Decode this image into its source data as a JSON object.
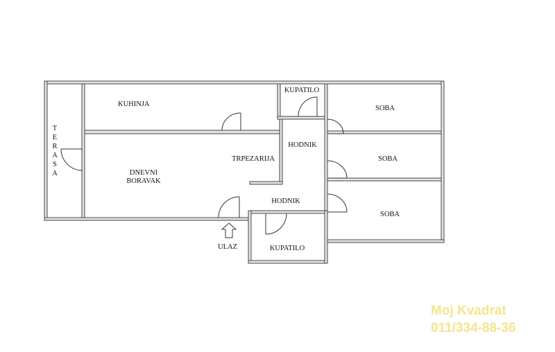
{
  "rooms": {
    "terasa": [
      "T",
      "E",
      "R",
      "A",
      "S",
      "A"
    ],
    "kuhinja": "KUHINJA",
    "kupatilo_top": "KUPATILO",
    "soba_1": "SOBA",
    "soba_2": "SOBA",
    "soba_3": "SOBA",
    "hodnik_upper": "HODNIK",
    "hodnik_lower": "HODNIK",
    "trpezarija": "TRPEZARIJA",
    "dnevni_line1": "DNEVNI",
    "dnevni_line2": "BORAVAK",
    "kupatilo_bottom": "KUPATILO",
    "ulaz": "ULAZ"
  },
  "watermark": {
    "name": "Moj Kvadrat",
    "phone": "011/334-88-36",
    "color": "#f3e68c"
  }
}
